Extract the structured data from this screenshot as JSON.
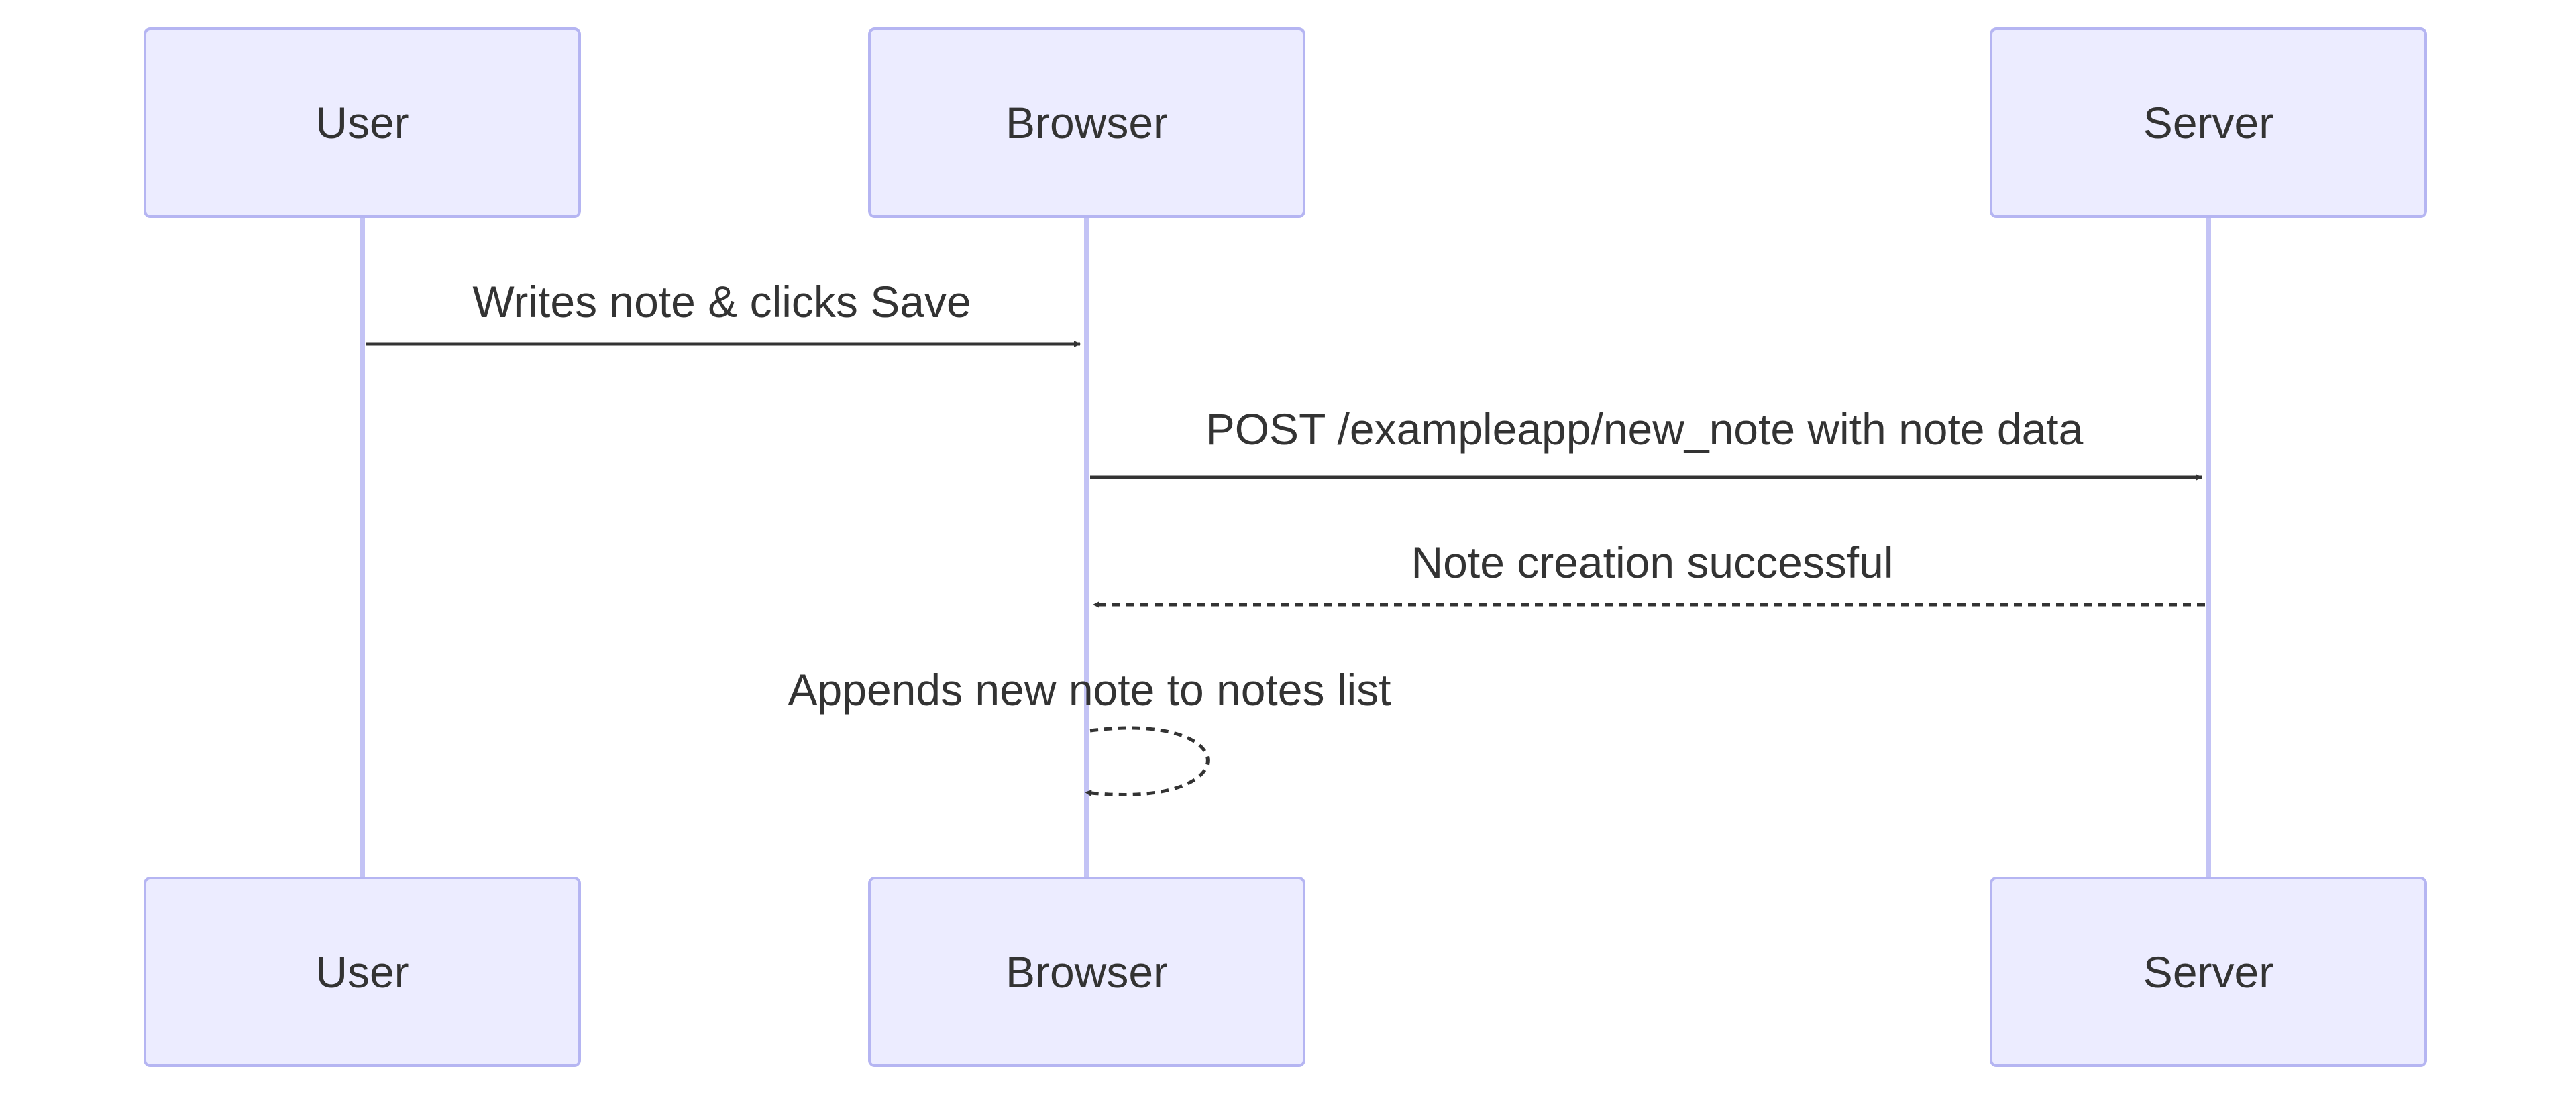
{
  "participants": [
    {
      "id": "user",
      "label": "User"
    },
    {
      "id": "browser",
      "label": "Browser"
    },
    {
      "id": "server",
      "label": "Server"
    }
  ],
  "messages": [
    {
      "from": "user",
      "to": "browser",
      "label": "Writes note & clicks Save",
      "style": "solid"
    },
    {
      "from": "browser",
      "to": "server",
      "label": "POST /exampleapp/new_note with note data",
      "style": "solid"
    },
    {
      "from": "server",
      "to": "browser",
      "label": "Note creation successful",
      "style": "dashed"
    },
    {
      "from": "browser",
      "to": "browser",
      "label": "Appends new note to notes list",
      "style": "dashed"
    }
  ],
  "colors": {
    "actor_fill": "#ECECFF",
    "actor_border": "#B5B5F2",
    "lifeline": "#C3C3F5",
    "text": "#333333",
    "arrow": "#333333"
  }
}
